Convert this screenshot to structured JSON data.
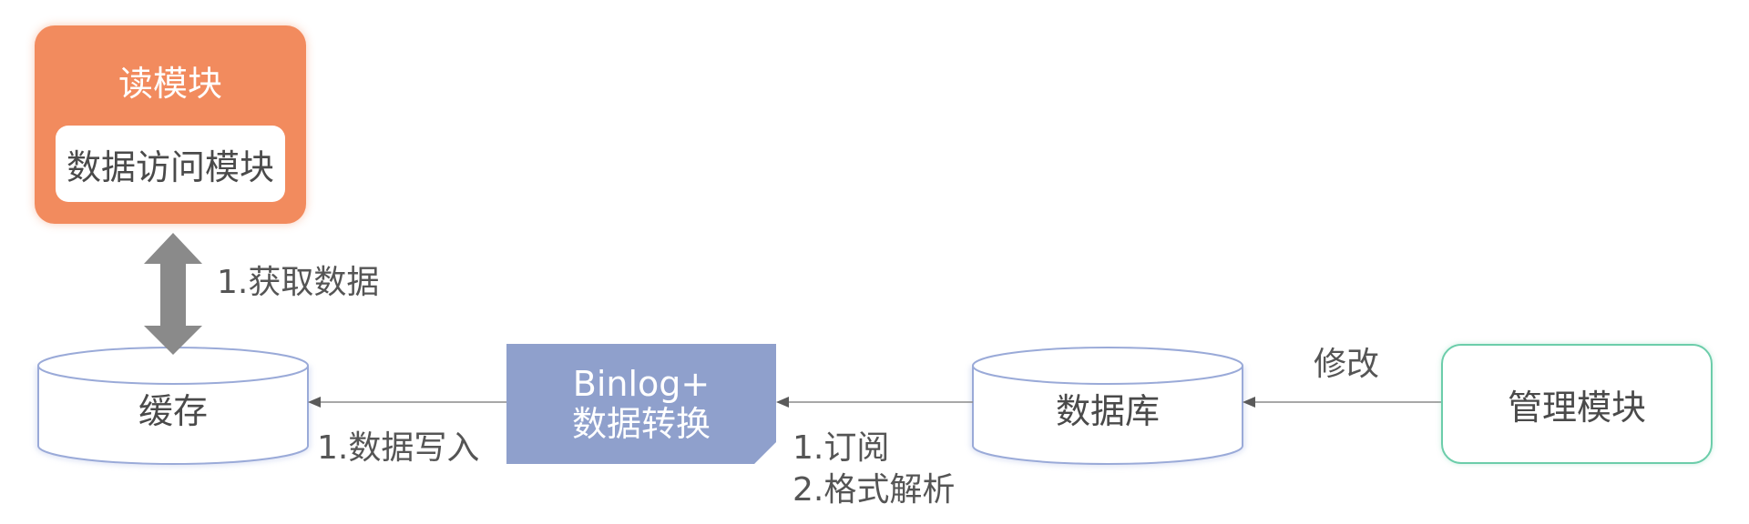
{
  "read_module": {
    "title": "读模块",
    "inner": "数据访问模块"
  },
  "cache": {
    "label": "缓存"
  },
  "binlog": {
    "line1": "Binlog+",
    "line2": "数据转换"
  },
  "database": {
    "label": "数据库"
  },
  "manage_module": {
    "label": "管理模块"
  },
  "edges": {
    "get_data": "1.获取数据",
    "write_data": "1.数据写入",
    "subscribe": "1.订阅",
    "parse_format": "2.格式解析",
    "modify": "修改"
  },
  "colors": {
    "read_module": "#f28b5e",
    "binlog": "#8fa0cc",
    "manage_border": "#6ccdaa",
    "cylinder_border": "#9aaad8",
    "arrow": "#8a8a8a"
  }
}
